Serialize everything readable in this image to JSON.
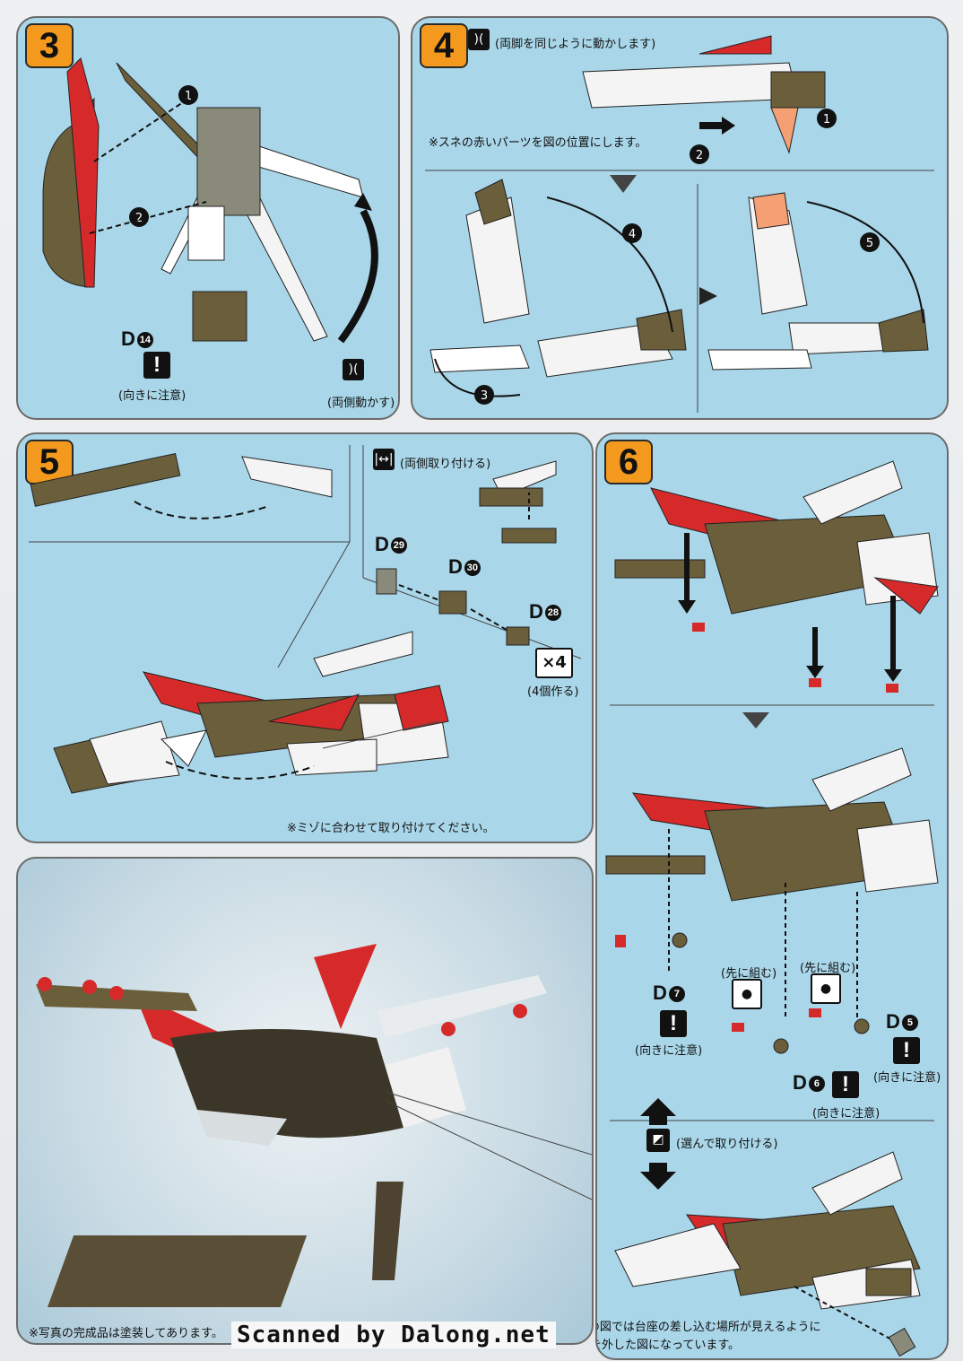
{
  "steps": {
    "s3": {
      "num": "3",
      "part": "D",
      "part_no": "14",
      "warn_note": "(向きに注意)",
      "move_note": "(両側動かす)",
      "arrows": [
        "1",
        "2"
      ]
    },
    "s4": {
      "num": "4",
      "header_note": "(両脚を同じように動かします)",
      "red_note": "※スネの赤いパーツを図の位置にします。",
      "arrows": [
        "1",
        "2",
        "3",
        "4",
        "5"
      ]
    },
    "s5": {
      "num": "5",
      "attach_note": "(両側取り付ける)",
      "parts": [
        {
          "label": "D",
          "no": "29"
        },
        {
          "label": "D",
          "no": "30"
        },
        {
          "label": "D",
          "no": "28"
        }
      ],
      "count": "×4",
      "count_note": "(4個作る)",
      "groove_note": "※ミゾに合わせて取り付けてください。"
    },
    "s6": {
      "num": "6",
      "first_note_a": "(先に組む)",
      "first_note_b": "(先に組む)",
      "parts": [
        {
          "label": "D",
          "no": "7"
        },
        {
          "label": "D",
          "no": "5"
        },
        {
          "label": "D",
          "no": "6"
        }
      ],
      "warn_a": "(向きに注意)",
      "warn_b": "(向きに注意)",
      "warn_c": "(向きに注意)",
      "choose_note": "(選んで取り付ける)",
      "stand_note_1": "※この図では台座の差し込む場所が見えるように",
      "stand_note_2": "脚部を外した図になっています。"
    }
  },
  "photo_note": "※写真の完成品は塗装してあります。",
  "scan_credit": "Scanned by Dalong.net",
  "colors": {
    "panel": "#a9d6e8",
    "step_badge": "#f39a1e",
    "olive": "#6b5e3a",
    "red": "#d62a2a",
    "white_part": "#f4f4f4"
  }
}
